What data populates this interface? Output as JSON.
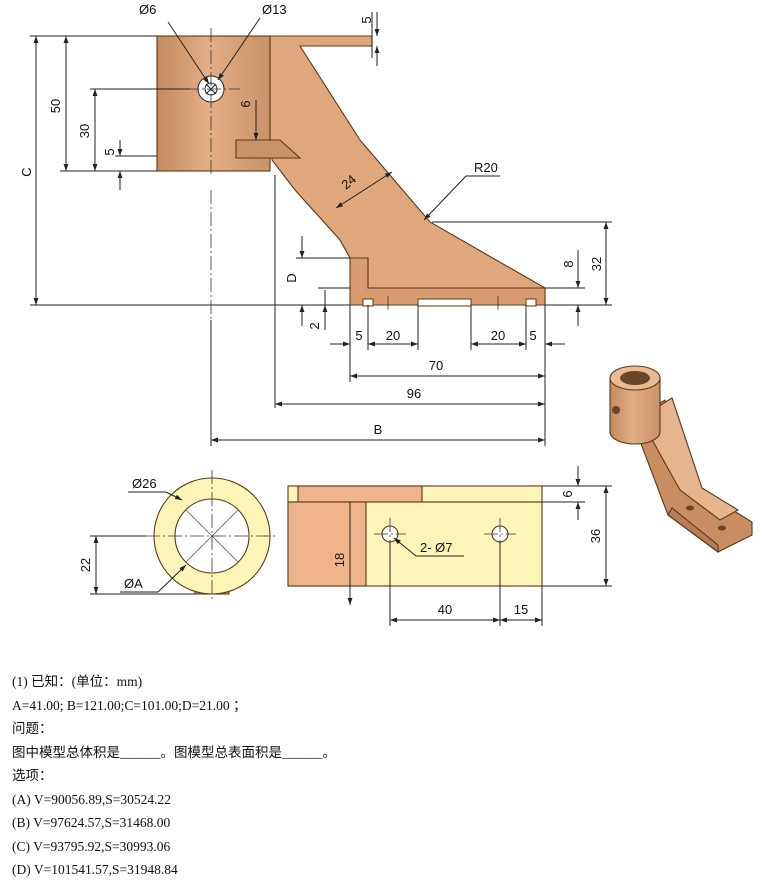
{
  "dims": {
    "d6": "Ø6",
    "d13": "Ø13",
    "v5_top": "5",
    "v50": "50",
    "v30": "30",
    "v5_left": "5",
    "v6_hole": "6",
    "vC": "C",
    "w24": "24",
    "r20": "R20",
    "vD": "D",
    "v8": "8",
    "v32": "32",
    "v2": "2",
    "h5a": "5",
    "h20a": "20",
    "h20b": "20",
    "h5b": "5",
    "h70": "70",
    "h96": "96",
    "hB": "B",
    "d26": "Ø26",
    "v6_right": "6",
    "v36": "36",
    "v22": "22",
    "dA": "ØA",
    "v18": "18",
    "holes": "2- Ø7",
    "h40": "40",
    "h15": "15"
  },
  "question": {
    "line1": "(1)  已知：(单位：mm)",
    "line2": "A=41.00; B=121.00;C=101.00;D=21.00 ；",
    "line3": "问题：",
    "line4": "图中模型总体积是______。图模型总表面积是______。",
    "line5": "选项：",
    "options": [
      "(A) V=90056.89,S=30524.22",
      "(B) V=97624.57,S=31468.00",
      "(C) V=93795.92,S=30993.06",
      "(D) V=101541.57,S=31948.84"
    ]
  },
  "colors": {
    "copper": "#dfa77c",
    "copper_dark": "#b07850",
    "yellow": "#fdf4b8",
    "salmon": "#f0b48a"
  }
}
